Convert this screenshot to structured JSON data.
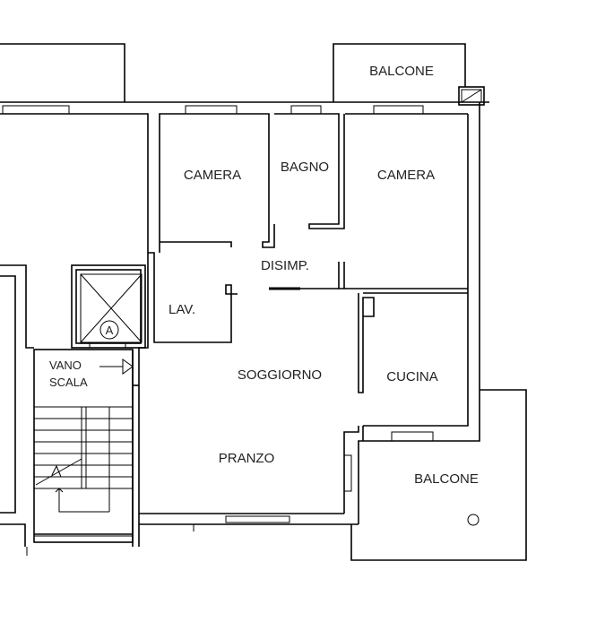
{
  "plan": {
    "rooms": {
      "balcone_top": "BALCONE",
      "camera_left": "CAMERA",
      "bagno": "BAGNO",
      "camera_right": "CAMERA",
      "disimp": "DISIMP.",
      "lav": "LAV.",
      "soggiorno": "SOGGIORNO",
      "cucina": "CUCINA",
      "pranzo": "PRANZO",
      "balcone_bottom": "BALCONE",
      "vano": "VANO",
      "scala": "SCALA"
    },
    "elevator_mark": "A"
  }
}
